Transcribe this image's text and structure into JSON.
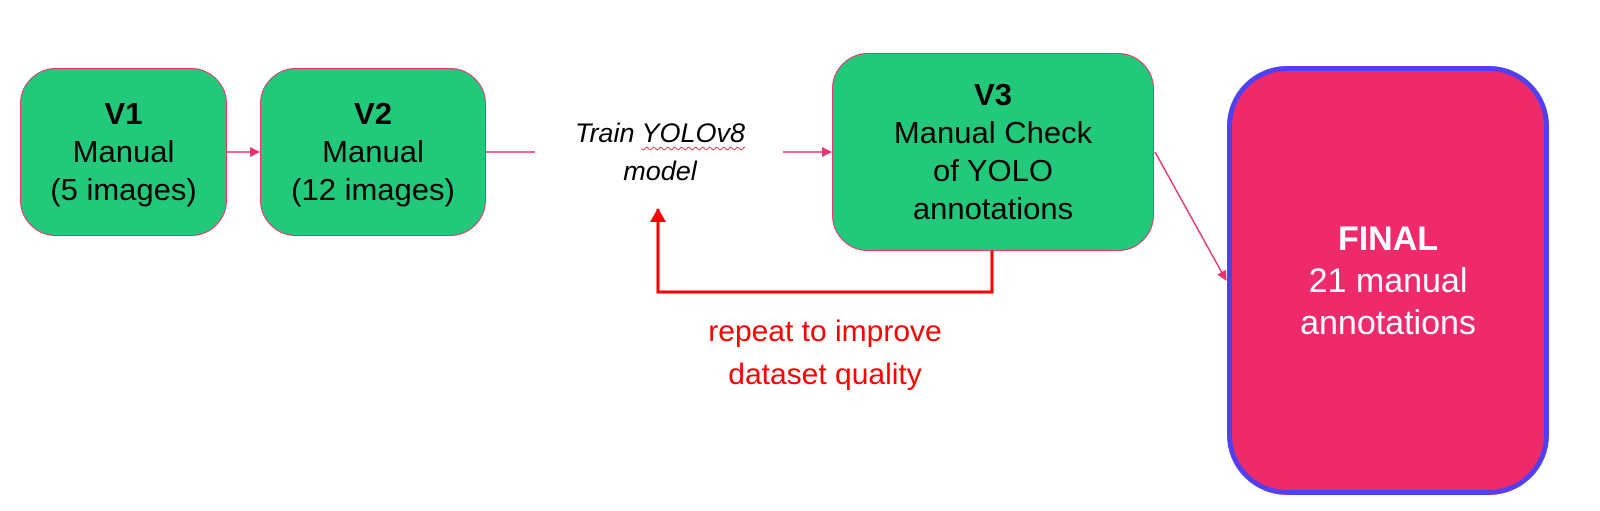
{
  "nodes": {
    "v1": {
      "title": "V1",
      "lines": [
        "Manual",
        "(5 images)"
      ]
    },
    "v2": {
      "title": "V2",
      "lines": [
        "Manual",
        "(12 images)"
      ]
    },
    "train": {
      "line1_a": "Train ",
      "line1_b": "YOLOv8",
      "line2": "model"
    },
    "v3": {
      "title": "V3",
      "lines": [
        "Manual Check",
        "of YOLO",
        "annotations"
      ]
    },
    "final": {
      "title": "FINAL",
      "lines": [
        "21 manual",
        "annotations"
      ]
    }
  },
  "loop_label": {
    "lines": [
      "repeat to improve",
      "dataset quality"
    ]
  },
  "colors": {
    "green": "#22c97a",
    "pink": "#ee2a6b",
    "final_border": "#5040f0",
    "arrow": "#e8336d",
    "loop": "#ff0000"
  }
}
